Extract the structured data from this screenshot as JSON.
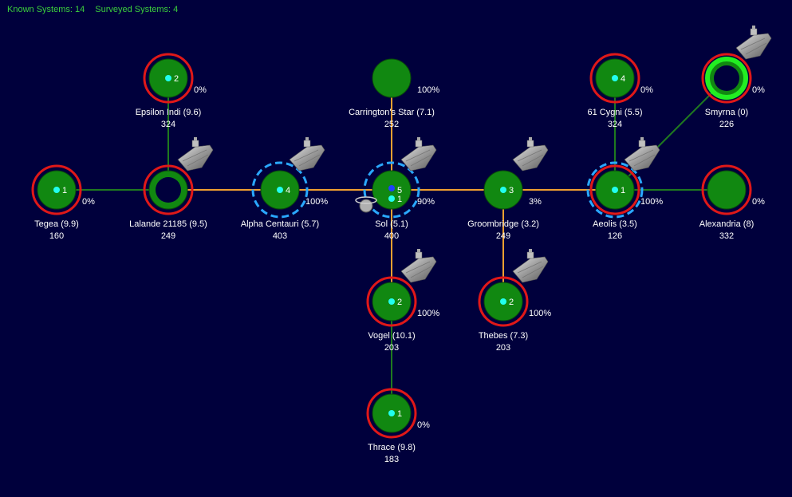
{
  "header": {
    "known_label": "Known Systems: 14",
    "surveyed_label": "Surveyed Systems: 4"
  },
  "colors": {
    "background": "#00003c",
    "lane_surveyed": "#f0a030",
    "lane_unsurveyed": "#1f7a1f",
    "star_fill": "#118811",
    "ring_red": "#e01818",
    "ring_bright": "#22ee22",
    "ring_blue": "#2aa8ff",
    "dot": "#22ffee",
    "header_text": "#3ccf3c"
  },
  "systems": [
    {
      "id": "epsilon",
      "name": "Epsilon Indi  (9.6)",
      "value": "324",
      "pct": "0%",
      "badge": "2",
      "ring": "red",
      "dot": true,
      "ship": false
    },
    {
      "id": "carrington",
      "name": "Carrington's Star  (7.1)",
      "value": "252",
      "pct": "100%",
      "badge": "",
      "ring": "none",
      "dot": false,
      "ship": false
    },
    {
      "id": "cygni",
      "name": "61 Cygni  (5.5)",
      "value": "324",
      "pct": "0%",
      "badge": "4",
      "ring": "red",
      "dot": true,
      "ship": false
    },
    {
      "id": "smyrna",
      "name": "Smyrna  (0)",
      "value": "226",
      "pct": "0%",
      "badge": "",
      "ring": "bright",
      "dot": false,
      "ship": true,
      "hollow": true
    },
    {
      "id": "tegea",
      "name": "Tegea  (9.9)",
      "value": "160",
      "pct": "0%",
      "badge": "1",
      "ring": "red",
      "dot": true,
      "ship": false
    },
    {
      "id": "lalande",
      "name": "Lalande 21185  (9.5)",
      "value": "249",
      "pct": "",
      "badge": "",
      "ring": "red",
      "dot": false,
      "ship": true,
      "hollow": true
    },
    {
      "id": "alpha",
      "name": "Alpha Centauri  (5.7)",
      "value": "403",
      "pct": "100%",
      "badge": "4",
      "ring": "blue",
      "dot": true,
      "ship": true
    },
    {
      "id": "sol",
      "name": "Sol  (5.1)",
      "value": "400",
      "pct": "90%",
      "badge": "5",
      "badge2": "1",
      "ring": "blue",
      "dot": true,
      "ship": true,
      "home": true
    },
    {
      "id": "groombridge",
      "name": "Groombridge  (3.2)",
      "value": "249",
      "pct": "3%",
      "badge": "3",
      "ring": "none",
      "dot": true,
      "ship": true
    },
    {
      "id": "aeolis",
      "name": "Aeolis  (3.5)",
      "value": "126",
      "pct": "100%",
      "badge": "1",
      "ring": "redblue",
      "dot": true,
      "ship": true
    },
    {
      "id": "alexandria",
      "name": "Alexandria  (8)",
      "value": "332",
      "pct": "0%",
      "badge": "",
      "ring": "red",
      "dot": false,
      "ship": false
    },
    {
      "id": "vogel",
      "name": "Vogel  (10.1)",
      "value": "203",
      "pct": "100%",
      "badge": "2",
      "ring": "red",
      "dot": true,
      "ship": true
    },
    {
      "id": "thebes",
      "name": "Thebes  (7.3)",
      "value": "203",
      "pct": "100%",
      "badge": "2",
      "ring": "red",
      "dot": true,
      "ship": true
    },
    {
      "id": "thrace",
      "name": "Thrace  (9.8)",
      "value": "183",
      "pct": "0%",
      "badge": "1",
      "ring": "red",
      "dot": true,
      "ship": false
    }
  ],
  "lanes": [
    {
      "a": "tegea",
      "b": "lalande",
      "type": "unsurveyed"
    },
    {
      "a": "lalande",
      "b": "epsilon",
      "type": "unsurveyed"
    },
    {
      "a": "lalande",
      "b": "alpha",
      "type": "surveyed"
    },
    {
      "a": "alpha",
      "b": "sol",
      "type": "surveyed"
    },
    {
      "a": "sol",
      "b": "carrington",
      "type": "surveyed"
    },
    {
      "a": "sol",
      "b": "groombridge",
      "type": "surveyed"
    },
    {
      "a": "sol",
      "b": "vogel",
      "type": "surveyed"
    },
    {
      "a": "groombridge",
      "b": "aeolis",
      "type": "surveyed"
    },
    {
      "a": "groombridge",
      "b": "thebes",
      "type": "surveyed"
    },
    {
      "a": "aeolis",
      "b": "cygni",
      "type": "unsurveyed"
    },
    {
      "a": "aeolis",
      "b": "smyrna",
      "type": "unsurveyed"
    },
    {
      "a": "aeolis",
      "b": "alexandria",
      "type": "unsurveyed"
    },
    {
      "a": "vogel",
      "b": "thrace",
      "type": "unsurveyed"
    }
  ]
}
